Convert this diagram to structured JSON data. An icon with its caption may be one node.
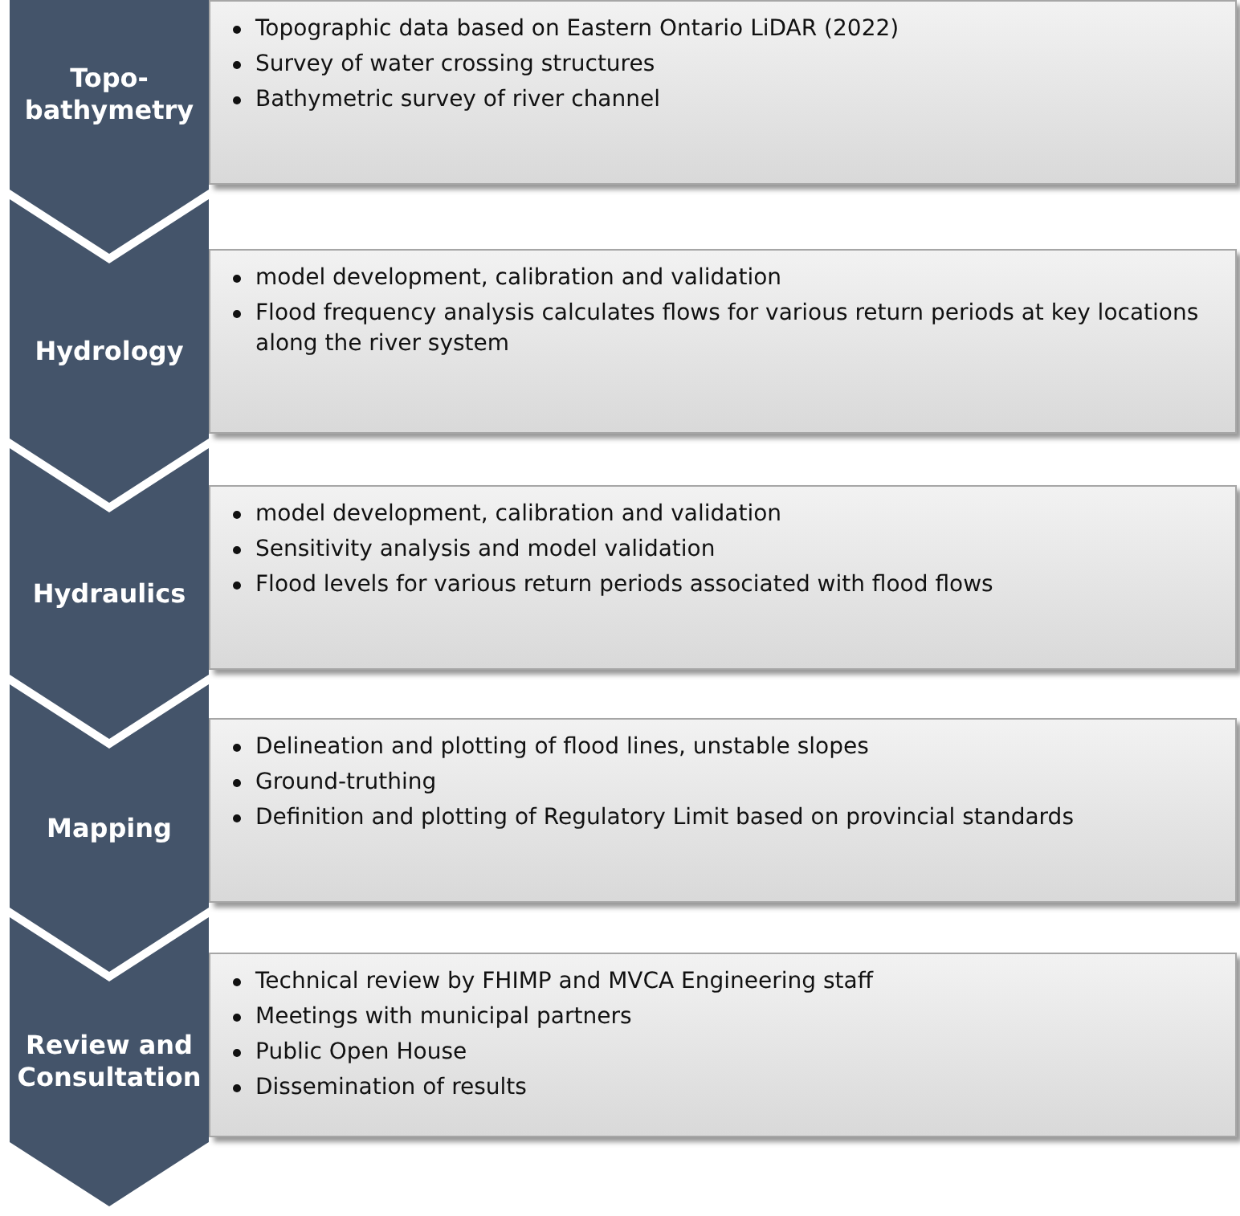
{
  "diagram": {
    "nodes": [
      {
        "text": [
          "Topo-bathymetry"
        ]
      },
      {
        "text": [
          "Topographic data based on Eastern Ontario LiDAR (2022)",
          "Survey of water crossing structures",
          "Bathymetric survey of river channel"
        ]
      },
      {
        "text": [
          "Hydrology"
        ]
      },
      {
        "text": [
          "model development, calibration and validation",
          "Flood frequency analysis calculates flows for various return periods at key locations along the river system"
        ]
      },
      {
        "text": [
          "Hydraulics"
        ]
      },
      {
        "text": [
          "model development, calibration and validation",
          "Sensitivity analysis and model validation",
          "Flood levels for various return periods associated with flood flows"
        ]
      },
      {
        "text": [
          "Mapping"
        ]
      },
      {
        "text": [
          "Delineation and plotting of flood lines, unstable slopes",
          "Ground-truthing",
          "Definition and plotting of Regulatory Limit based on provincial standards"
        ]
      },
      {
        "text": [
          "Review and Consultation"
        ]
      },
      {
        "text": [
          "Technical review by FHIMP and MVCA Engineering staff",
          "Meetings with municipal partners",
          "Public Open House",
          "Dissemination of results"
        ]
      }
    ],
    "edges": [
      {
        "from": 0,
        "to": 2,
        "arrow": "to"
      },
      {
        "from": 2,
        "to": 4,
        "arrow": "to"
      },
      {
        "from": 4,
        "to": 6,
        "arrow": "to"
      },
      {
        "from": 6,
        "to": 8,
        "arrow": "to"
      },
      {
        "from": 8,
        "to": null,
        "arrow": "to"
      }
    ]
  }
}
